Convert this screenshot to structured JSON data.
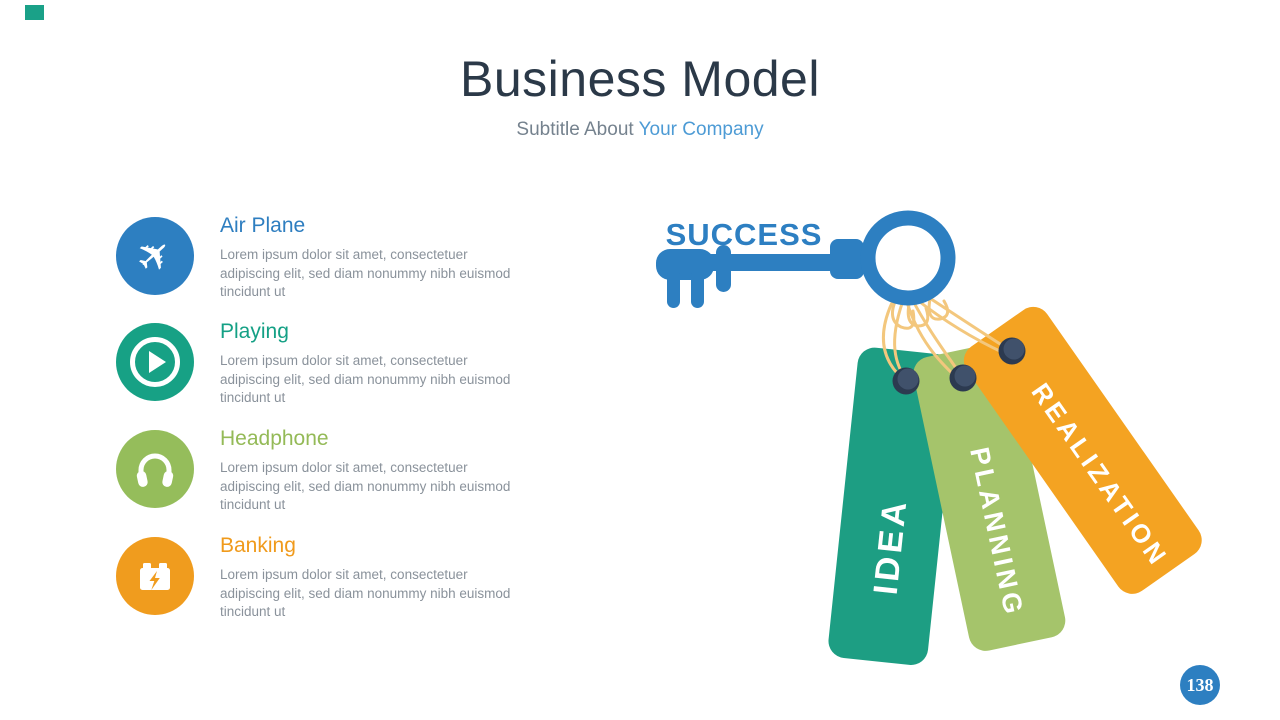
{
  "slide": {
    "title": "Business Model",
    "subtitle_prefix": "Subtitle About ",
    "subtitle_accent": "Your Company",
    "page_number": "138",
    "corner_accent_color": "#1aa188",
    "title_color": "#2b3948"
  },
  "features": [
    {
      "label": "Air Plane",
      "description": "Lorem ipsum dolor sit amet, consectetuer adipiscing elit, sed diam nonummy nibh euismod tincidunt ut",
      "color": "#2d7fc1",
      "icon": "airplane-icon"
    },
    {
      "label": "Playing",
      "description": "Lorem ipsum dolor sit amet, consectetuer adipiscing elit, sed diam nonummy nibh euismod tincidunt ut",
      "color": "#17a185",
      "icon": "play-icon"
    },
    {
      "label": "Headphone",
      "description": "Lorem ipsum dolor sit amet, consectetuer adipiscing elit, sed diam nonummy nibh euismod tincidunt ut",
      "color": "#95bd5b",
      "icon": "headphone-icon"
    },
    {
      "label": "Banking",
      "description": "Lorem ipsum dolor sit amet, consectetuer adipiscing elit, sed diam nonummy nibh euismod tincidunt ut",
      "color": "#f09c1e",
      "icon": "battery-icon"
    }
  ],
  "illustration": {
    "success_label": "SUCCESS",
    "key_color": "#2d7fc1",
    "string_color": "#f3c77d",
    "grommet_color": "#2c3a50",
    "tags": [
      {
        "label": "IDEA",
        "color": "#1d9e83"
      },
      {
        "label": "PLANNING",
        "color": "#a5c46b"
      },
      {
        "label": "REALIZATION",
        "color": "#f4a322"
      }
    ]
  }
}
